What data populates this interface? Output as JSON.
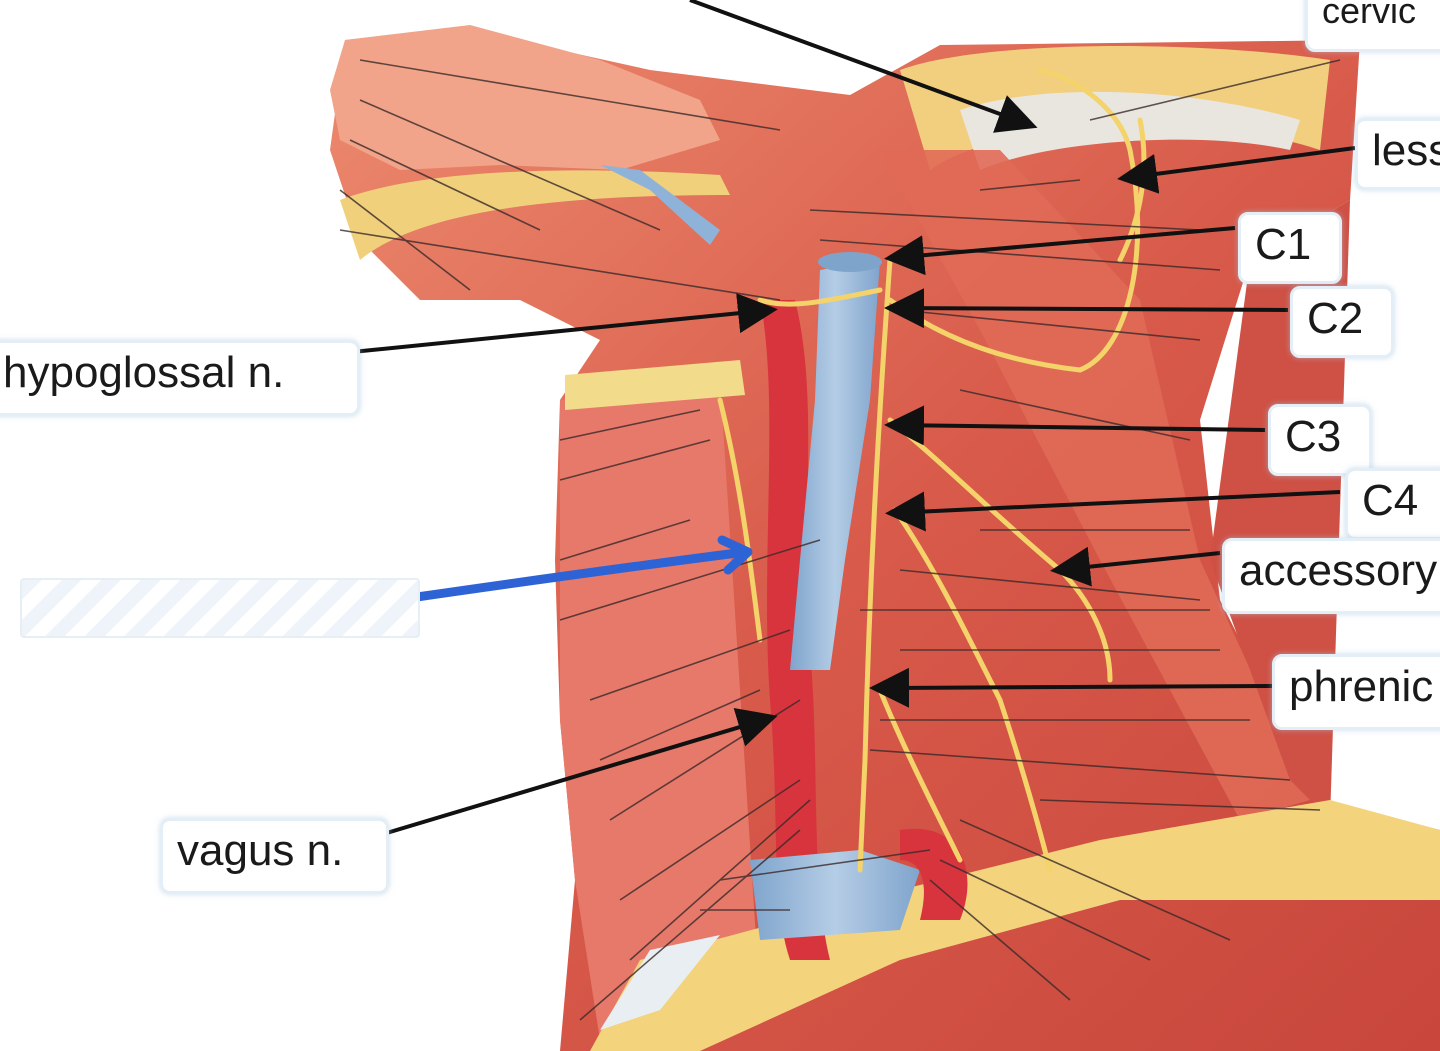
{
  "labels": {
    "top_partial": "cervic",
    "lesser": "less",
    "c1": "C1",
    "c2": "C2",
    "hypoglossal": "hypoglossal n.",
    "c3": "C3",
    "c4": "C4",
    "accessory": "accessory",
    "phrenic": "phrenic",
    "vagus": "vagus n."
  },
  "blank_answer": "",
  "colors": {
    "muscle": "#d9574a",
    "muscle_light": "#ee8a70",
    "skin": "#f4a78c",
    "vein": "#8fb3d8",
    "artery": "#d8343e",
    "nerve": "#f3d36a",
    "fat": "#f2d27b",
    "pointer_line": "#111111",
    "drawn_arrow": "#2e63d6",
    "label_border": "#e4eef6"
  }
}
